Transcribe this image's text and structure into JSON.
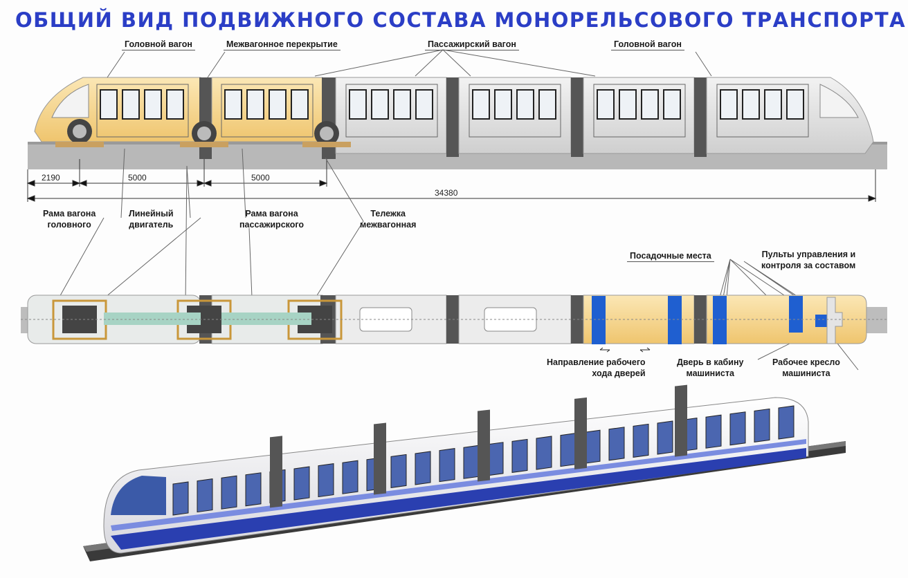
{
  "title": "ОБЩИЙ ВИД ПОДВИЖНОГО СОСТАВА МОНОРЕЛЬСОВОГО ТРАНСПОРТА",
  "side_view_labels": {
    "head_car_left": "Головной вагон",
    "intercar_cover": "Межвагонное перекрытие",
    "passenger_car": "Пассажирский вагон",
    "head_car_right": "Головной вагон"
  },
  "dimensions": {
    "d1": "2190",
    "d2": "5000",
    "d3": "5000",
    "total": "34380"
  },
  "frame_labels": {
    "head_frame_1": "Рама вагона",
    "head_frame_2": "головного",
    "linear_motor_1": "Линейный",
    "linear_motor_2": "двигатель",
    "passenger_frame_1": "Рама вагона",
    "passenger_frame_2": "пассажирского",
    "bogie_1": "Тележка",
    "bogie_2": "межвагонная"
  },
  "plan_labels": {
    "seats": "Посадочные места",
    "consoles_1": "Пульты управления и",
    "consoles_2": "контроля за составом",
    "door_dir_1": "Направление рабочего",
    "door_dir_2": "хода дверей",
    "cab_door_1": "Дверь в кабину",
    "cab_door_2": "машиниста",
    "seat_1": "Рабочее кресло",
    "seat_2": "машиниста"
  },
  "colors": {
    "title": "#2b3ec6",
    "cab_yellow": "#f3d38a",
    "body_grey": "#dcdcdc",
    "seat_blue": "#1f5fd0",
    "stripe_blue": "#2a3fb0"
  }
}
